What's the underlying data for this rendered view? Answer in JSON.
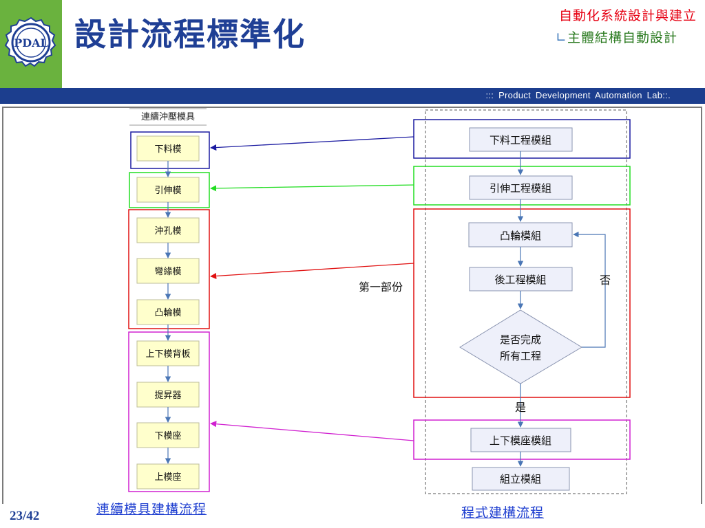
{
  "header": {
    "logo_text": "PDAL",
    "title": "設計流程標準化",
    "subtitle_top": "自動化系統設計與建立",
    "subtitle_bracket": "∟",
    "subtitle_bottom": "主體結構自動設計"
  },
  "banner": {
    "text": "::: Product  Development  Automation  Lab::."
  },
  "left_column": {
    "heading": "連續沖壓模具",
    "items": [
      "下料模",
      "引伸模",
      "沖孔模",
      "彎緣模",
      "凸輪模",
      "上下模背板",
      "提昇器",
      "下模座",
      "上模座"
    ],
    "caption": "連續模具建構流程"
  },
  "right_column": {
    "boxes": [
      "下料工程模組",
      "引伸工程模組",
      "凸輪模組",
      "後工程模組",
      "上下模座模組",
      "組立模組"
    ],
    "decision": [
      "是否完成",
      "所有工程"
    ],
    "yes_label": "是",
    "no_label": "否",
    "caption": "程式建構流程"
  },
  "group_label": "第一部份",
  "colors": {
    "blue": "#1a1aa0",
    "green": "#22dd22",
    "red": "#e01010",
    "magenta": "#d020d0",
    "box_fill_left": "#ffffcc",
    "box_fill_right": "#eef0fa"
  },
  "page_number": "23/42"
}
